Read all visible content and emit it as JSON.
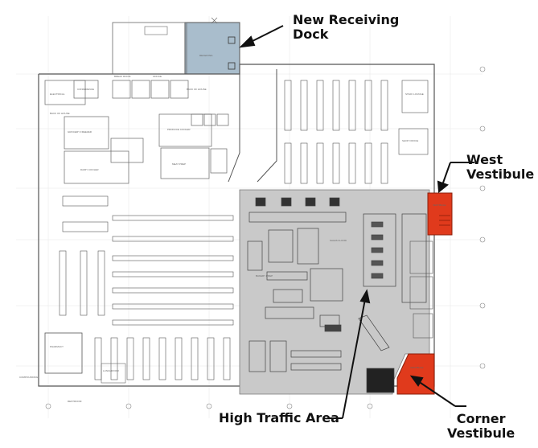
{
  "callouts": {
    "receiving_line1": "New Receiving",
    "receiving_line2": "Dock",
    "west_line1": "West",
    "west_line2": "Vestibule",
    "high_traffic": "High Traffic Area",
    "corner_line1": "Corner",
    "corner_line2": "Vestibule"
  },
  "colors": {
    "receiving_dock": "#a9bdcc",
    "high_traffic": "#c9c9c9",
    "vestibule": "#e03a1c",
    "linework": "#555555"
  },
  "room_labels": {
    "receiving": "RECEIVING",
    "electrical": "ELECTRICAL",
    "back_of_house": "BACK OF HOUSE",
    "conference": "CONFERENCE",
    "break_room": "BREAK ROOM",
    "office": "OFFICE",
    "dairy_cooler": "DAIRY COOLER",
    "grocery_freezer": "GROCERY FREEZER",
    "meat_prep": "MEAT PREP",
    "produce_cooler": "PRODUCE COOLER",
    "bakery_prep": "BAKERY PREP",
    "sales_floor": "SALES FLOOR",
    "pharmacy": "PHARMACY",
    "compounding": "COMPOUNDING",
    "lunchroom": "LUNCHROOM",
    "restroom": "RESTROOM",
    "shop_office": "SHOP OFFICE",
    "staff_lounge": "STAFF LOUNGE",
    "vestibule": "VESTIBULE"
  }
}
